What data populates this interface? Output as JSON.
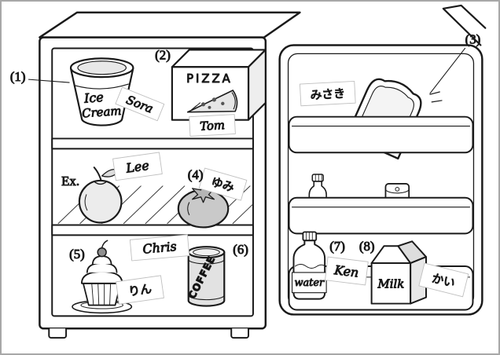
{
  "figure": {
    "type": "refrigerator-worksheet-illustration",
    "number_labels": {
      "n1": "(1)",
      "n2": "(2)",
      "n3": "(3)",
      "n4": "(4)",
      "n5": "(5)",
      "n6": "(6)",
      "n7": "(7)",
      "n8": "(8)",
      "ex": "Ex."
    },
    "item_text": {
      "ice_line1": "Ice",
      "ice_line2": "Cream",
      "pizza_box": "PIZZA",
      "coffee_can": "COFFEE",
      "water_bottle": "water",
      "milk_carton": "Milk"
    },
    "name_tags": {
      "sora": "Sora",
      "tom": "Tom",
      "lee": "Lee",
      "yumi": "ゆみ",
      "misaki": "みさき",
      "chris": "Chris",
      "rin": "りん",
      "ken": "Ken",
      "kai": "かい"
    },
    "colors": {
      "line": "#1a1a1a",
      "shade_light": "#ececec",
      "shade_mid": "#c9c9c9"
    }
  }
}
